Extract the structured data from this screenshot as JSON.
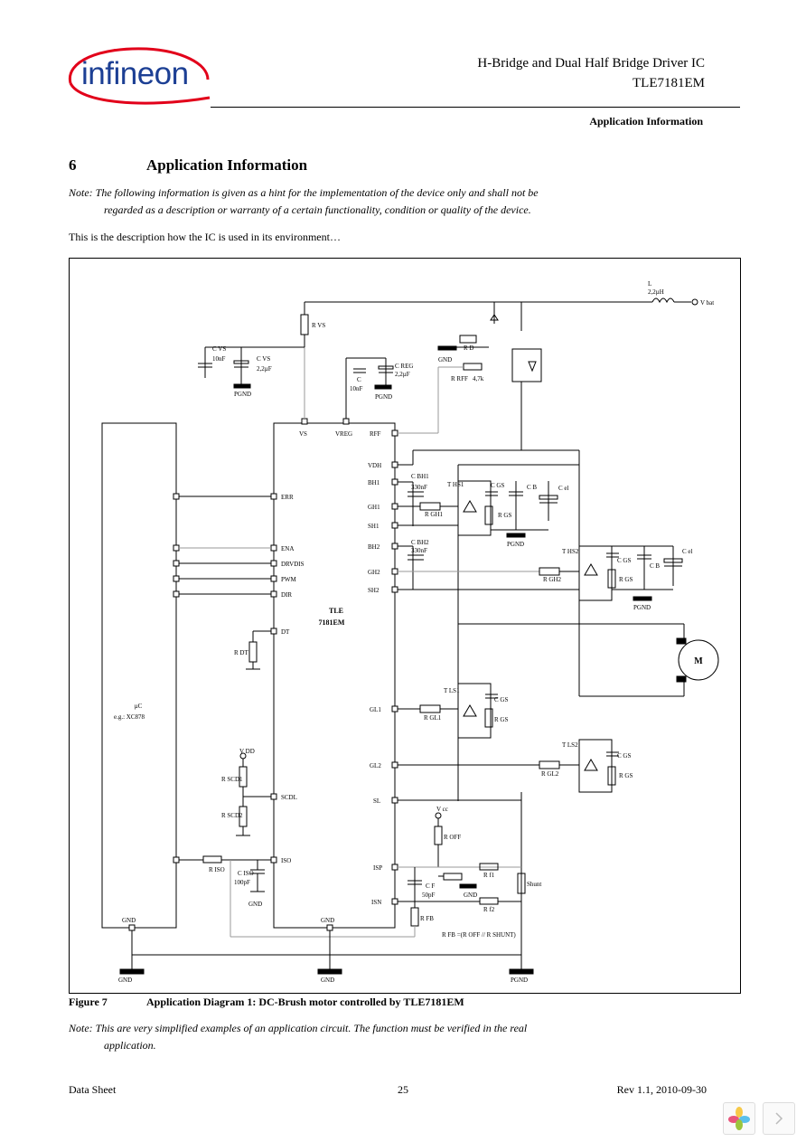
{
  "header": {
    "logo_text": "infineon",
    "title": "H-Bridge and Dual Half Bridge Driver IC",
    "part": "TLE7181EM",
    "section": "Application Information"
  },
  "section": {
    "number": "6",
    "title": "Application Information",
    "note_line1": "Note: The following information is given as a hint for the implementation of the device only and shall not be",
    "note_line2": "regarded as a description or warranty of a certain functionality, condition or quality of the device.",
    "description": "This is the description how the IC is used in its environment…"
  },
  "figure": {
    "number": "Figure 7",
    "caption": "Application Diagram 1: DC-Brush motor controlled by TLE7181EM",
    "note_line1": "Note: This are very simplified examples of an application circuit. The function must be verified in the real",
    "note_line2": "application.",
    "ic": {
      "line1": "TLE",
      "line2": "7181EM"
    },
    "uc": {
      "line1": "µC",
      "line2": "e.g.: XC878"
    },
    "ic_pins_top": [
      "VS",
      "VREG"
    ],
    "ic_pins_left": [
      "ERR",
      "ENA",
      "DRVDIS",
      "PWM",
      "DIR",
      "DT",
      "SCDL",
      "ISO"
    ],
    "ic_pins_right": [
      "RFF",
      "VDH",
      "BH1",
      "GH1",
      "SH1",
      "BH2",
      "GH2",
      "SH2",
      "GL1",
      "GL2",
      "SL",
      "ISP",
      "ISN"
    ],
    "ic_gnd": "GND",
    "uc_gnd": "GND",
    "inductor": {
      "name": "L",
      "value": "2,2µH"
    },
    "vbatt": "V bat",
    "rvs": "R VS",
    "cvs": {
      "name": "C VS",
      "value": "10nF"
    },
    "cvs2": {
      "name": "C VS",
      "value": "2,2µF"
    },
    "creg": {
      "name": "C",
      "value": "10nF"
    },
    "creg2": {
      "name": "C REG",
      "value": "2,2µF"
    },
    "rd": "R D",
    "rrff": {
      "name": "R RFF",
      "value": "4,7k"
    },
    "cbh1": {
      "name": "C BH1",
      "value": "330nF"
    },
    "cbh2": {
      "name": "C BH2",
      "value": "330nF"
    },
    "th1": "T HS1",
    "th2": "T HS2",
    "tl1": "T LS1",
    "tl2": "T LS2",
    "rg_h1": "R GH1",
    "rg_h2": "R GH2",
    "rg_l1": "R GL1",
    "rg_l2": "R GL2",
    "cgs": "C GS",
    "rgs": "R GS",
    "cbulk": "C B",
    "cel": "C el",
    "motor": "M",
    "rdt": "R DT",
    "rscd1": "R SCD1",
    "rscd2": "R SCD2",
    "vdd": "V DD",
    "riso": "R ISO",
    "ciso": {
      "name": "C ISO",
      "value": "100pF"
    },
    "vcc": "V cc",
    "roff": "R OFF",
    "rf1": "R f1",
    "rf2": "R f2",
    "cf": {
      "name": "C F",
      "value": "50pF"
    },
    "rfb": "R FB",
    "shunt": "Shunt",
    "formula": "R FB =(R OFF // R SHUNT)",
    "gnd_labels": [
      "GND",
      "PGND"
    ]
  },
  "footer": {
    "left": "Data Sheet",
    "page": "25",
    "right": "Rev 1.1, 2010-09-30"
  }
}
